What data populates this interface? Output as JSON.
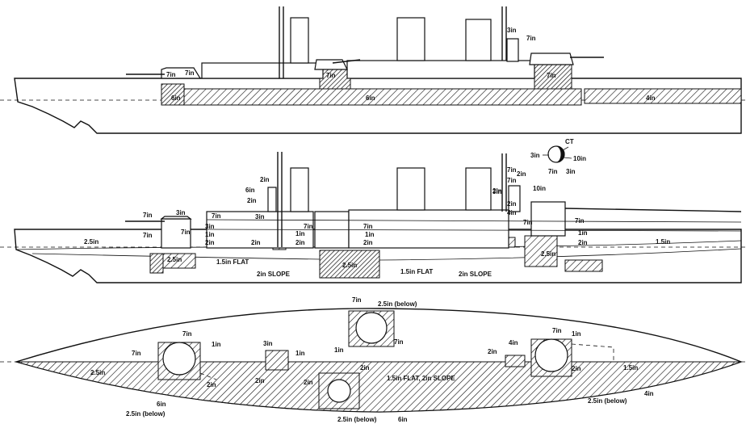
{
  "profile_labels": {
    "casemate_fwd": "7in",
    "turret_fwd": "7in",
    "belt_fwd": "6in",
    "belt_main": "6in",
    "belt_aft": "4in",
    "barbette_mid": "7in",
    "barbette_aft": "7in",
    "ct_top": "3in",
    "ct_side": "7in"
  },
  "section_labels": {
    "fwd_turret_top": "3in",
    "fwd_turret_side": "7in",
    "fwd_left": "7in",
    "fwd_mid": "7in",
    "fwd_3in": "3in",
    "fwd_1in": "1in",
    "fwd_2in": "2in",
    "fwd_25in_belt": "2.5in",
    "bow_25in": "2.5in",
    "fwd_15_flat": "1.5in  FLAT",
    "fwd_2_slope": "2in  SLOPE",
    "ct_mast_2in": "2in",
    "ct_mast_6in": "6in",
    "ct_mast_2in_b": "2in",
    "upper_7in": "7in",
    "upper_3in": "3in",
    "upper_1in": "1in",
    "upper_2in": "2in",
    "mid_7in": "7in",
    "mid_7in_b": "7in",
    "mid_1in": "1in",
    "mid_2in": "2in",
    "mid_2in_b": "2in",
    "mid_25in": "2.5in",
    "mid_15_flat": "1.5in  FLAT",
    "mid_2_slope": "2in  SLOPE",
    "aft_7in": "7in",
    "aft_7in_b": "7in",
    "aft_2in": "2in",
    "aft_4in": "4in",
    "aft_2in_b": "2in",
    "aft_10in": "10in",
    "aft_3in": "3in",
    "aft_2in_c": "2in",
    "aft_1in": "1in",
    "aft_7in_c": "7in",
    "aft_7in_d": "7in",
    "aft_2in_d": "2in",
    "aft_25in": "2.5in",
    "stern_15in": "1.5in",
    "ct_title": "CT",
    "ct_3in": "3in",
    "ct_10in": "10in",
    "ct_7in": "7in",
    "ct_3in_b": "3in"
  },
  "plan_labels": {
    "fwd_7in": "7in",
    "fwd_1in": "1in",
    "fwd_7in_b": "7in",
    "bow_25in": "2.5in",
    "fwd_6in": "6in",
    "fwd_25_below": "2.5in  (below)",
    "fwd_2in": "2in",
    "bay_3in": "3in",
    "bay_1in": "1in",
    "bay_2in": "2in",
    "center_2in": "2in",
    "center_2in_b": "2in",
    "center_25_below": "2.5in  (below)",
    "center_6in": "6in",
    "top_7in": "7in",
    "top_25_below": "2.5in  (below)",
    "top_1in": "1in",
    "top_7in_b": "7in",
    "deck": "1.5in  FLAT,  2in  SLOPE",
    "aft_4in": "4in",
    "aft_2in": "2in",
    "aft_7in": "7in",
    "aft_1in": "1in",
    "aft_2in_b": "2in",
    "aft_25_below": "2.5in  (below)",
    "stern_15in": "1.5in",
    "stern_4in": "4in"
  }
}
